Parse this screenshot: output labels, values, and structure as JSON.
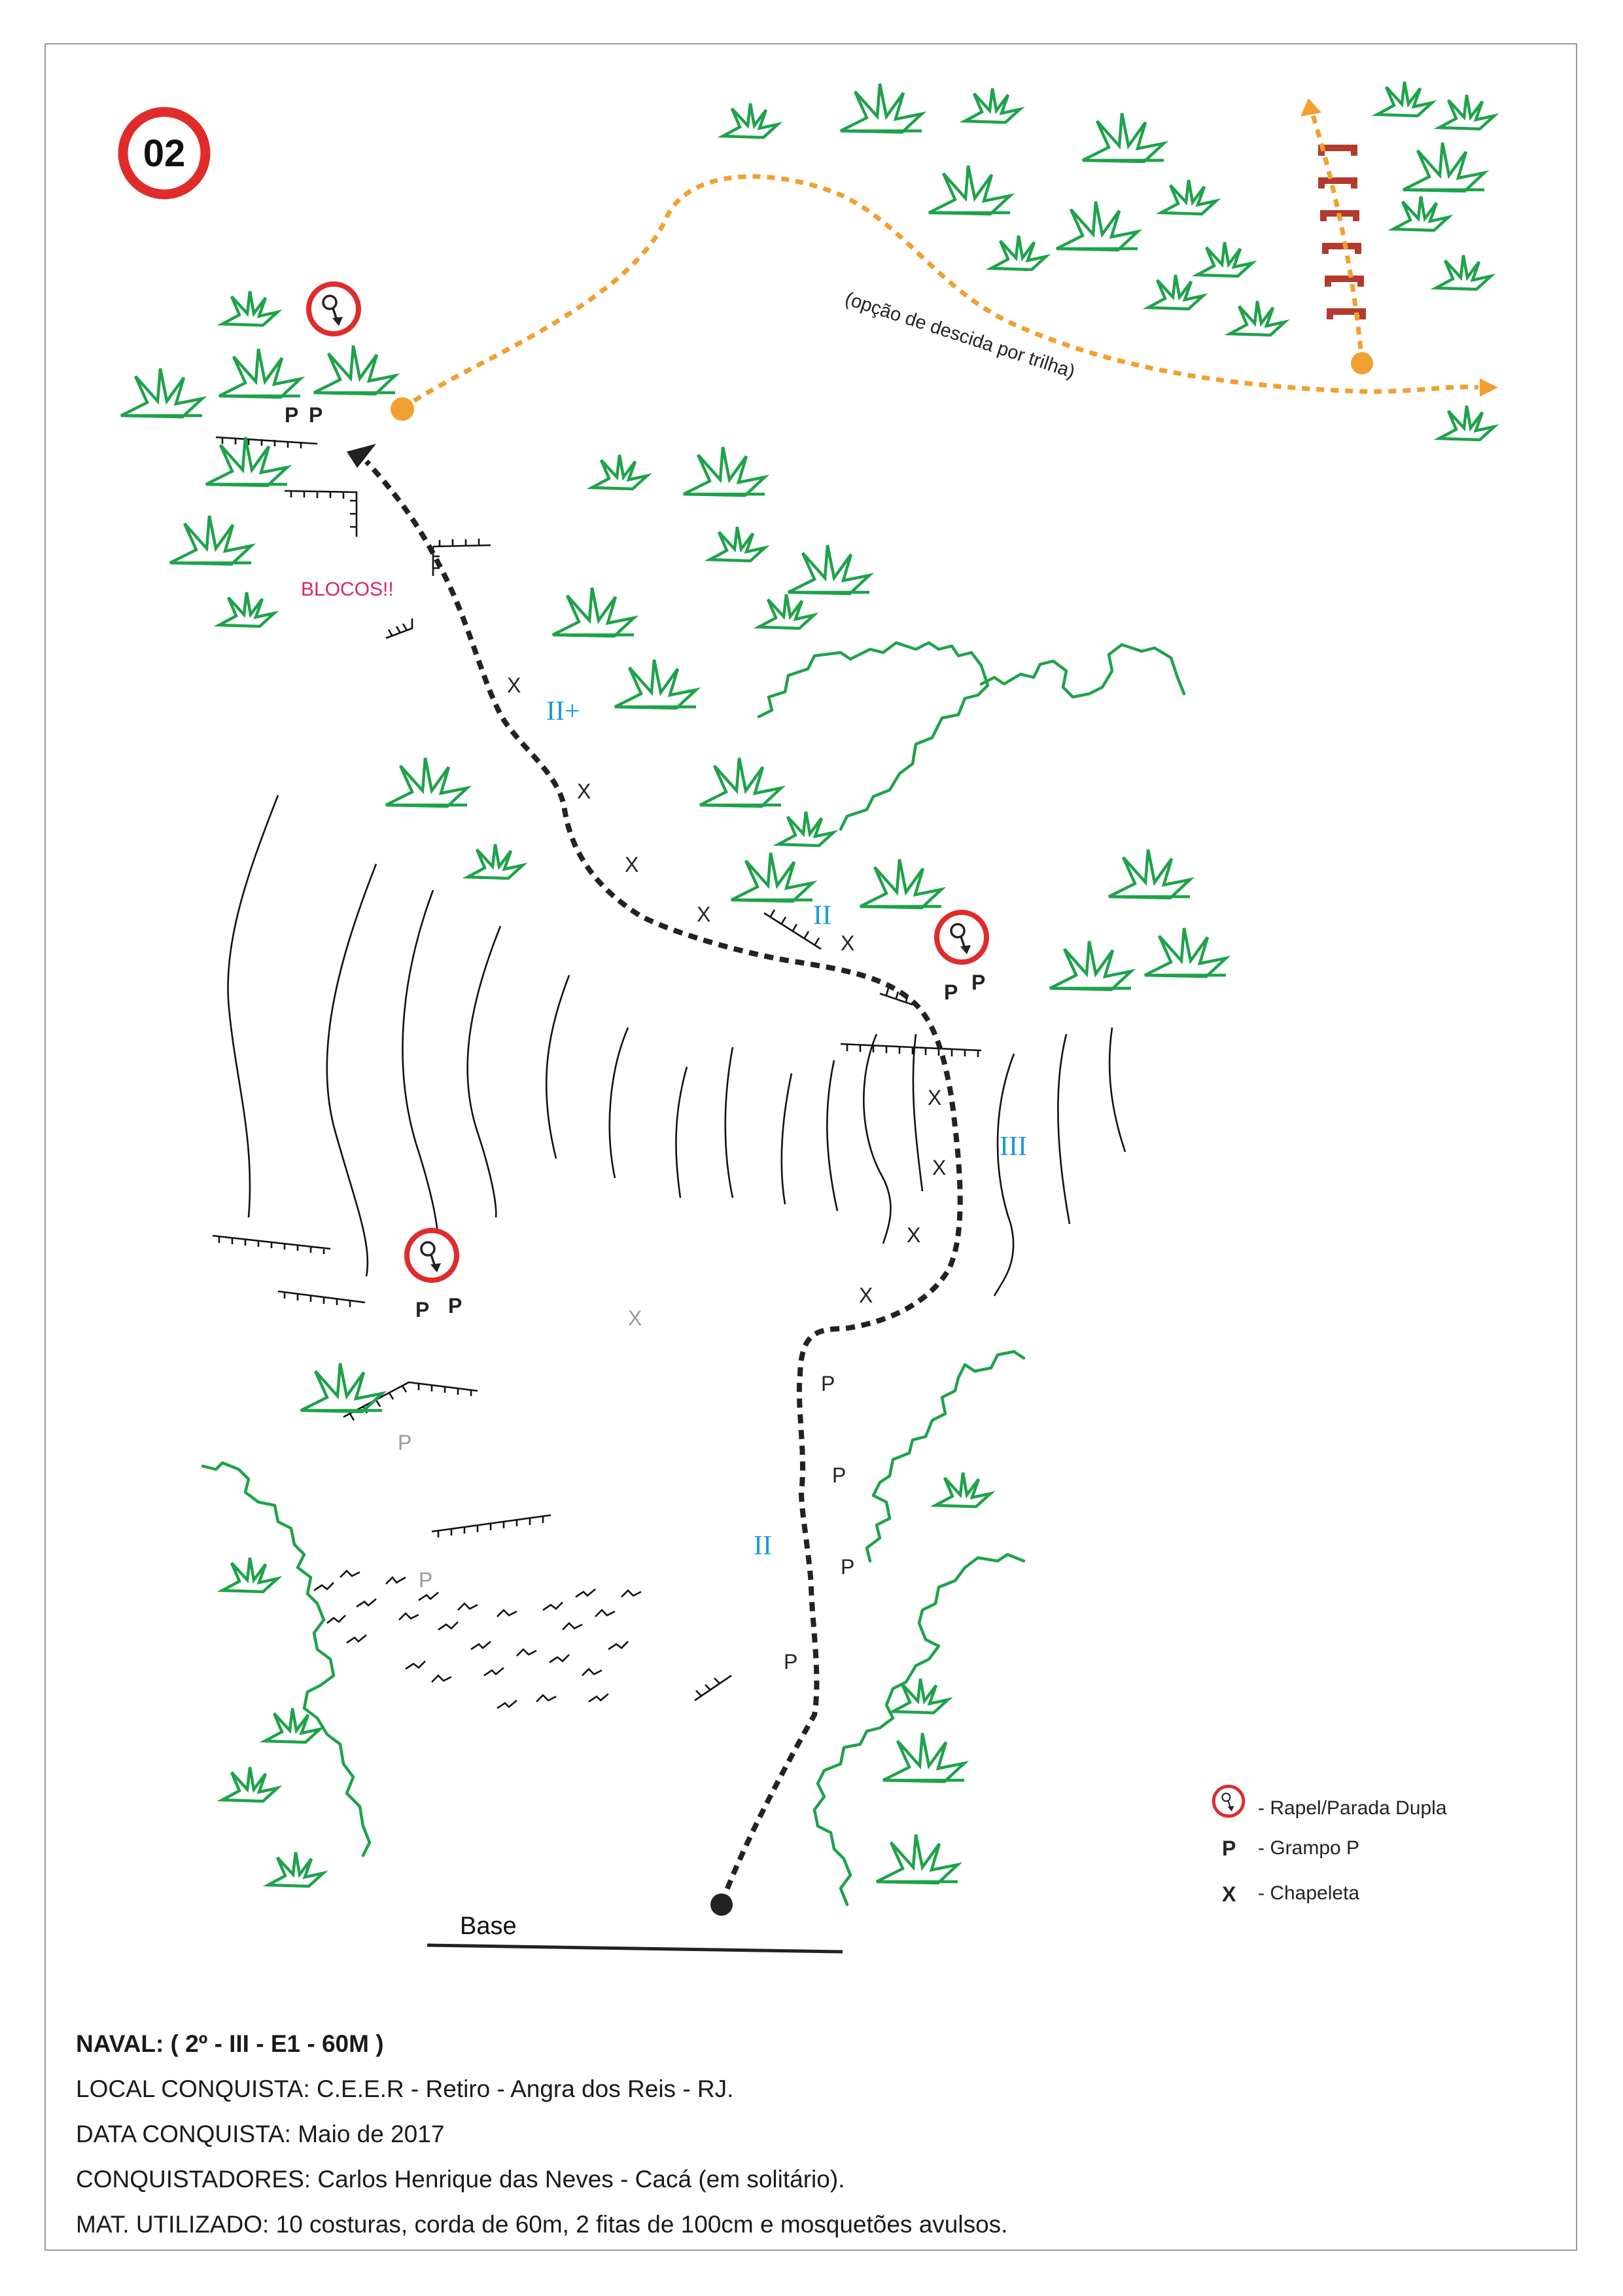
{
  "badge": {
    "number": "02"
  },
  "route": {
    "grades": [
      "II+",
      "II",
      "III",
      "II"
    ],
    "anchor_label": "P",
    "bolt_label": "X",
    "warning": "BLOCOS!!",
    "trail_note": "(opção de descida por trilha)",
    "base_label": "Base"
  },
  "legend": {
    "items": [
      {
        "icon": "rappel-anchor-icon",
        "label": "- Rapel/Parada Dupla"
      },
      {
        "symbol": "P",
        "label": "- Grampo P"
      },
      {
        "symbol": "X",
        "label": "- Chapeleta"
      }
    ]
  },
  "info": {
    "title": "NAVAL: ( 2º - III - E1 - 60M )",
    "local": "LOCAL CONQUISTA: C.E.E.R - Retiro - Angra dos Reis - RJ.",
    "date": "DATA CONQUISTA: Maio de 2017",
    "climbers": "CONQUISTADORES: Carlos Henrique das Neves - Cacá (em solitário).",
    "gear": "MAT. UTILIZADO: 10 costuras, corda de 60m, 2 fitas de 100cm e mosquetões avulsos."
  },
  "colors": {
    "badge_red": "#e02b2b",
    "vegetation": "#1ea24a",
    "grade_blue": "#1c9ad6",
    "trail_orange": "#f0a030",
    "ladder_red": "#b33a2e",
    "warning_pink": "#e0245e"
  }
}
